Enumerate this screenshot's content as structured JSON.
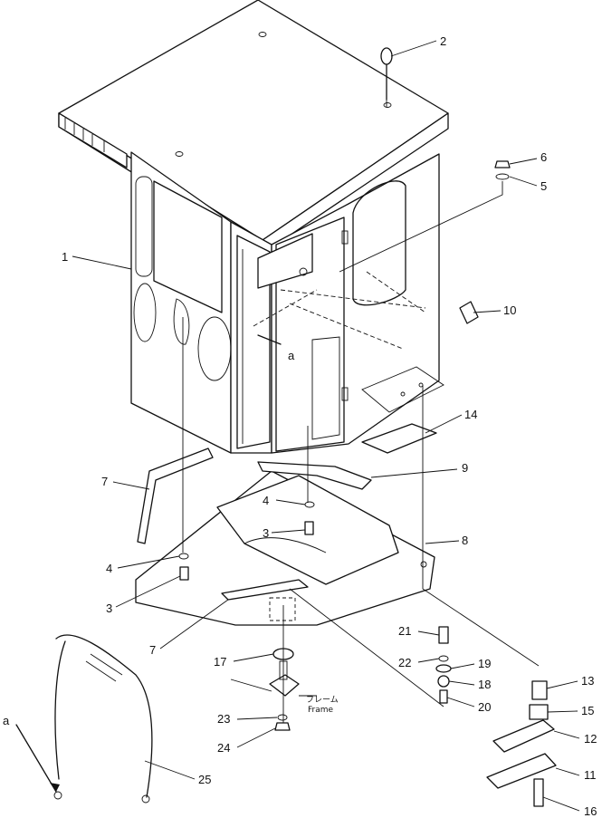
{
  "parts": [
    {
      "id": "1"
    },
    {
      "id": "2"
    },
    {
      "id": "3"
    },
    {
      "id": "4"
    },
    {
      "id": "5"
    },
    {
      "id": "6"
    },
    {
      "id": "7"
    },
    {
      "id": "8"
    },
    {
      "id": "9"
    },
    {
      "id": "10"
    },
    {
      "id": "11"
    },
    {
      "id": "12"
    },
    {
      "id": "13"
    },
    {
      "id": "14"
    },
    {
      "id": "15"
    },
    {
      "id": "16"
    },
    {
      "id": "17"
    },
    {
      "id": "18"
    },
    {
      "id": "19"
    },
    {
      "id": "20"
    },
    {
      "id": "21"
    },
    {
      "id": "22"
    },
    {
      "id": "23"
    },
    {
      "id": "24"
    },
    {
      "id": "25"
    }
  ],
  "reference_mark": "a",
  "frame_label_jp": "フレーム",
  "frame_label_en": "Frame"
}
